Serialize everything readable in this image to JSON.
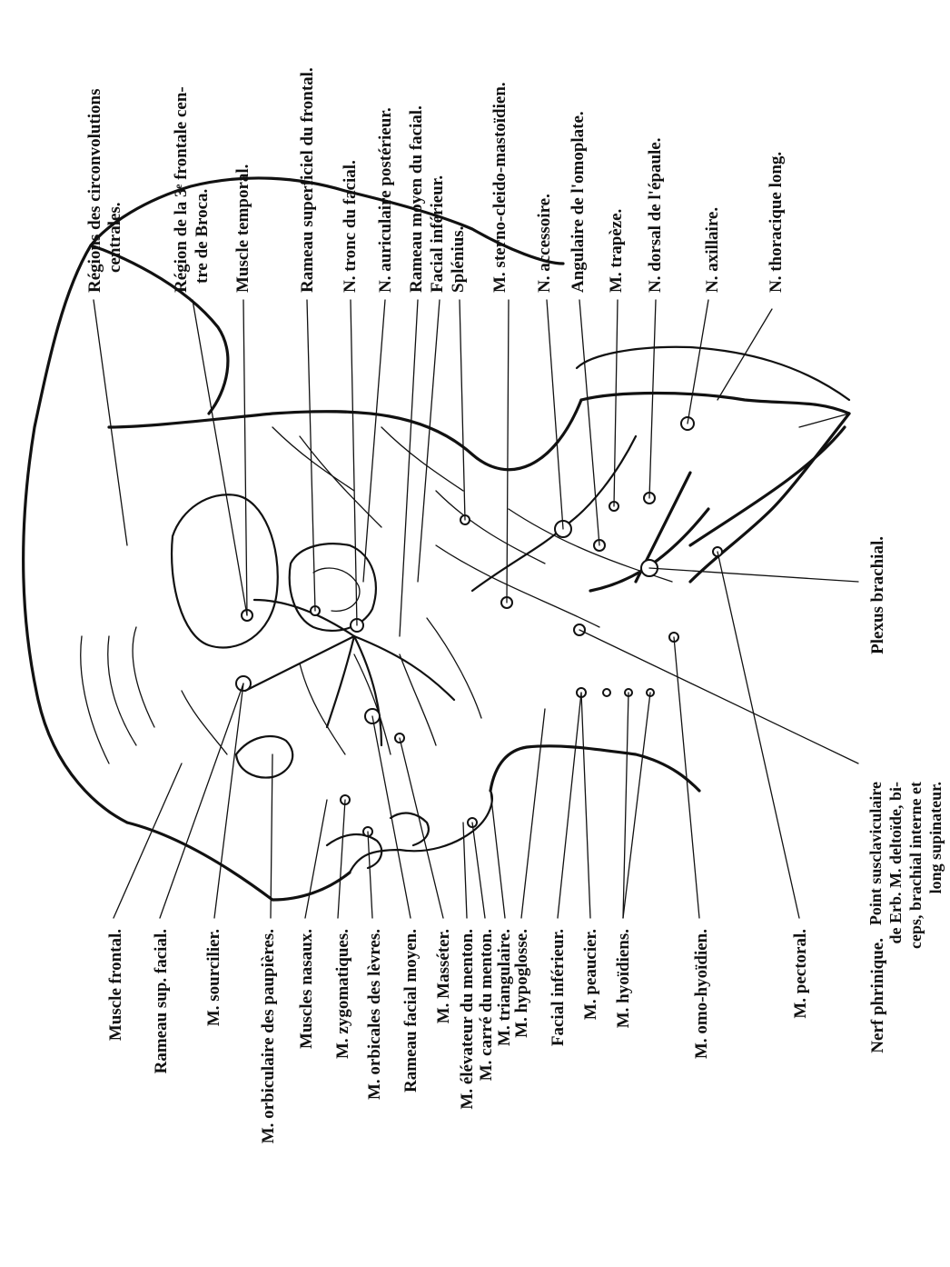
{
  "labels": {
    "top": [
      "Régions des circonvolutions",
      "centrales.",
      "Région de la 3ᵉ frontale cen-",
      "tre de Broca.",
      "Muscle temporal.",
      "Rameau superficiel du frontal.",
      "N. tronc du facial.",
      "N. auriculaire postérieur.",
      "Rameau moyen du facial.",
      "Facial inférieur.",
      "Splénius.",
      "M. sterno-cleido-mastoïdien.",
      "N. accessoire.",
      "Angulaire de l'omoplate.",
      "M. trapèze.",
      "N. dorsal de l'épaule.",
      "N. axillaire.",
      "N. thoracique long."
    ],
    "bottom": [
      "Muscle frontal.",
      "Rameau sup. facial.",
      "M. sourcilier.",
      "M. orbiculaire des paupières.",
      "Muscles nasaux.",
      "M. zygomatiques.",
      "M. orbicales des lèvres.",
      "Rameau facial moyen.",
      "M. Masséter.",
      "M. élévateur du menton.",
      "M. carré du menton.",
      "M. triangulaire.",
      "M. hypoglosse.",
      "Facial inférieur.",
      "M. peaucier.",
      "M. hyoïdiens.",
      "M. omo-hyoïdien.",
      "M. pectoral."
    ],
    "right": [
      "Plexus brachial.",
      "Point susclaviculaire",
      "de Erb. M. deltoïde, bi-",
      "ceps, brachial interne et",
      "long supinateur.",
      "Nerf phrinique."
    ]
  }
}
